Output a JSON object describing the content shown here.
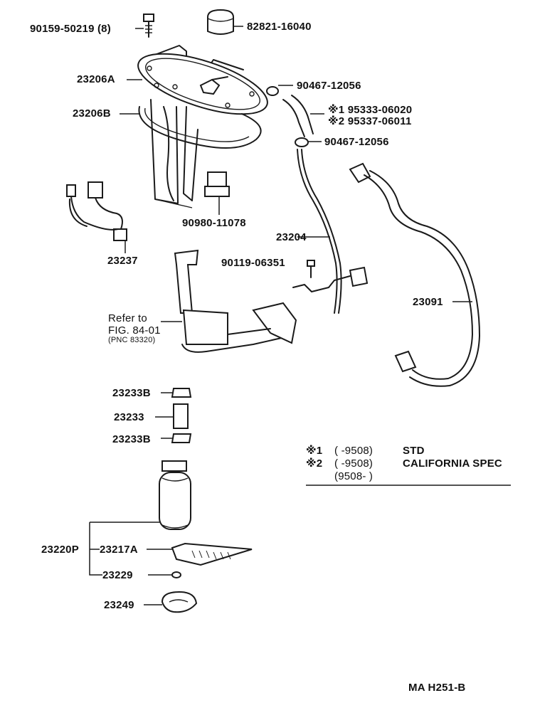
{
  "labels": {
    "bolt_top": "90159-50219 (8)",
    "cap_top": "82821-16040",
    "plate_a": "23206A",
    "plate_b": "23206B",
    "clamp_1": "90467-12056",
    "hose_1": "※1 95333-06020",
    "hose_2": "※2 95337-06011",
    "clamp_2": "90467-12056",
    "harness": "23237",
    "connector": "90980-11078",
    "pipe": "23204",
    "screw": "90119-06351",
    "hose_main": "23091",
    "refer_line1": "Refer to",
    "refer_line2": "FIG. 84-01",
    "refer_line3": "(PNC 83320)",
    "cushion_b_top": "23233B",
    "cushion": "23233",
    "cushion_b_bottom": "23233B",
    "pump_assy": "23220P",
    "filter": "23217A",
    "washer": "23229",
    "retainer": "23249",
    "diagram_code": "MA  H251-B"
  },
  "legend": {
    "row1_mark": "※1",
    "row1_range": "(        -9508)",
    "row1_desc": "STD",
    "row2_mark": "※2",
    "row2_range": "(        -9508)",
    "row2_desc": "CALIFORNIA  SPEC",
    "row3_range": "(9508-          )"
  }
}
